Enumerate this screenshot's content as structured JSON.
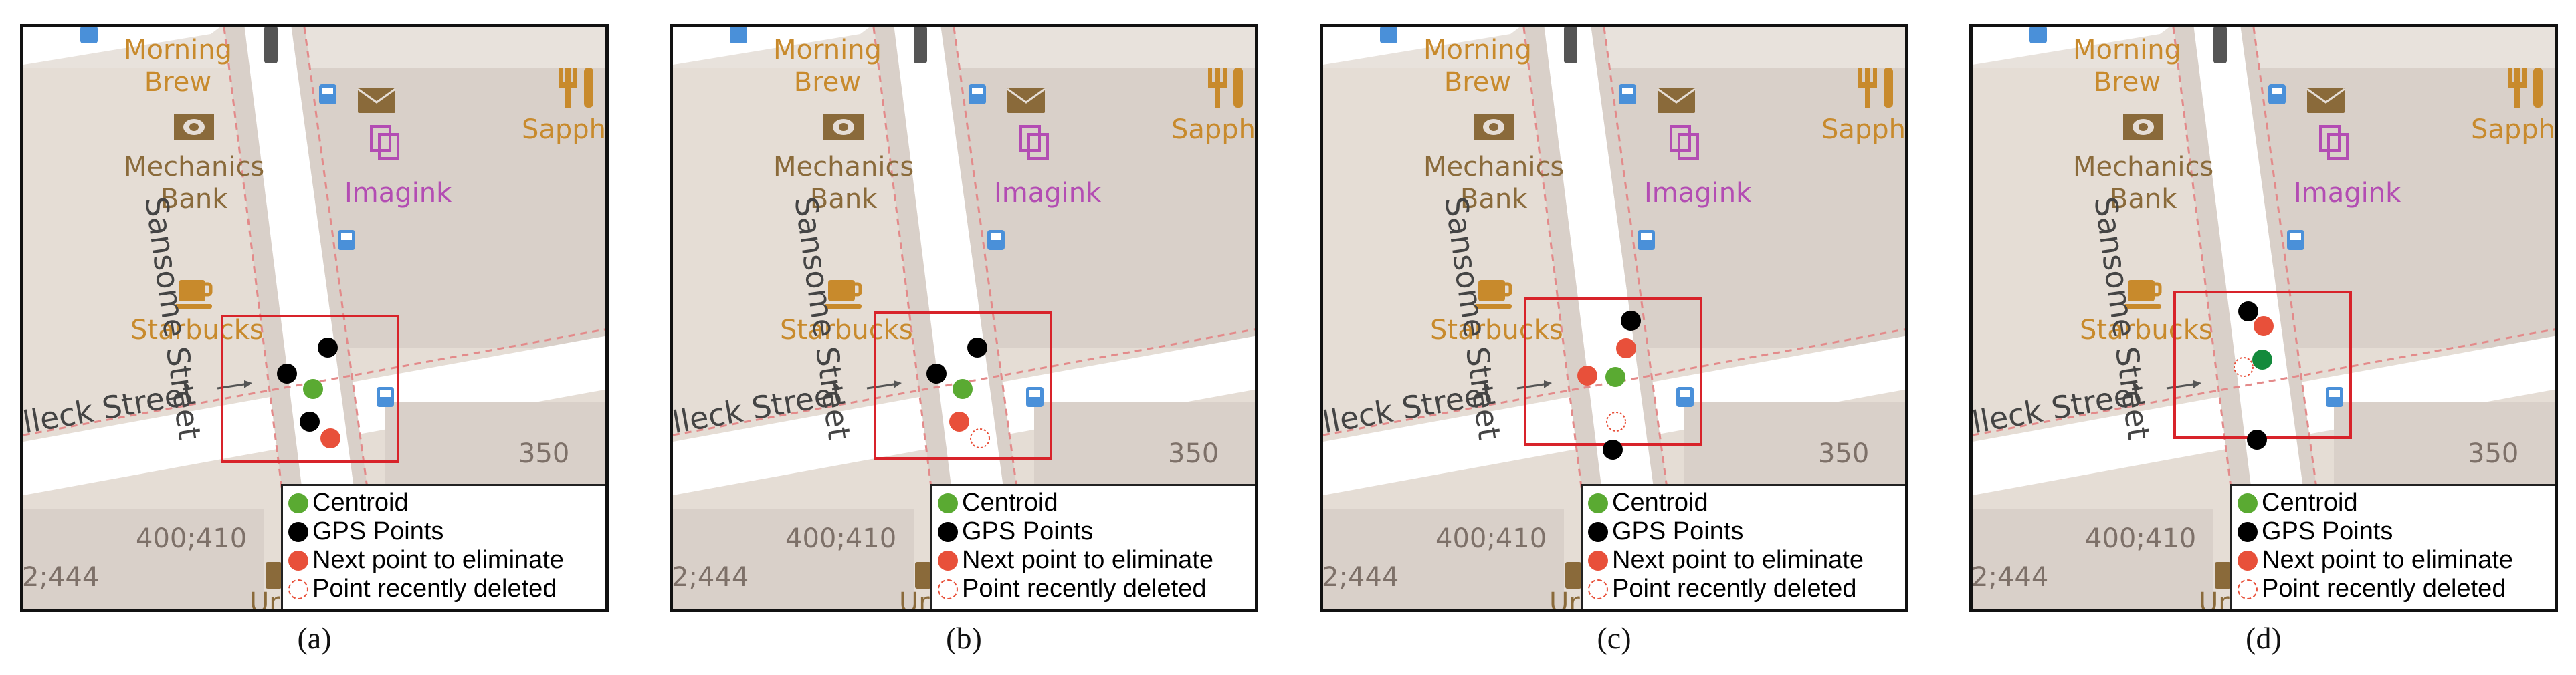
{
  "map_labels": {
    "morning_brew": [
      "Morning",
      "Brew"
    ],
    "mechanics_bank": [
      "Mechanics",
      "Bank"
    ],
    "starbucks": "Starbucks",
    "imagink": "Imagink",
    "sapph": "Sapph",
    "sansome_street": "Sansome Street",
    "halleck_street": "lleck Street",
    "num_350": "350",
    "num_400_410": "400;410",
    "num_444": "2;444",
    "ur": "Ur"
  },
  "legend": [
    {
      "label": "Centroid",
      "color": "#5aaa32",
      "fill": true
    },
    {
      "label": "GPS Points",
      "color": "#000000",
      "fill": true
    },
    {
      "label": "Next point to eliminate",
      "color": "#e8503a",
      "fill": true
    },
    {
      "label": "Point recently deleted",
      "color": "#e8503a",
      "fill": false
    }
  ],
  "colors": {
    "centroid": "#5aaa32",
    "centroid_final": "#138a3c",
    "gps": "#000000",
    "next": "#e8503a",
    "selection_box": "#d8232a"
  },
  "panels": [
    {
      "caption": "(a)"
    },
    {
      "caption": "(b)"
    },
    {
      "caption": "(c)"
    },
    {
      "caption": "(d)"
    }
  ]
}
